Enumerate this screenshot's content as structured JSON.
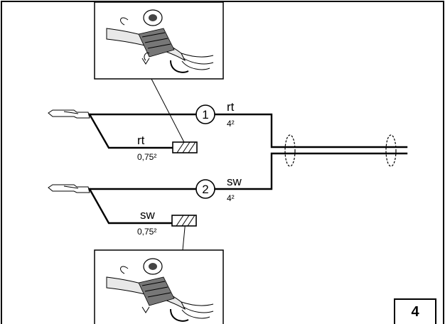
{
  "wires": [
    {
      "number": "1",
      "color": "rt",
      "cross_section": "4²"
    },
    {
      "number": "2",
      "color": "sw",
      "cross_section": "4²"
    }
  ],
  "branches": [
    {
      "color": "rt",
      "cross_section": "0,75²"
    },
    {
      "color": "sw",
      "cross_section": "0,75²"
    }
  ],
  "figure_number": "4",
  "icons": [
    "wire-terminal-icon",
    "tape-wrapping-icon",
    "inline-fuse-icon",
    "cable-tie-icon"
  ]
}
